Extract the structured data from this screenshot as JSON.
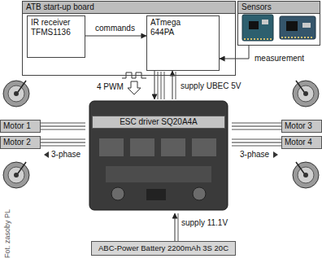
{
  "diagram": {
    "nodes": [
      {
        "text": [
          "ATB start-up board"
        ]
      },
      {
        "text": [
          "IR receiver TFMS1136"
        ],
        "in": 0
      },
      {
        "text": [
          "ATmega 644PA"
        ],
        "in": 0
      },
      {
        "text": [
          "Sensors"
        ]
      },
      {
        "text": [
          "Motor 1"
        ]
      },
      {
        "text": [
          "Motor 2"
        ]
      },
      {
        "text": [
          "Motor 3"
        ]
      },
      {
        "text": [
          "Motor 4"
        ]
      },
      {
        "text": [
          "ESC driver SQ20A4A"
        ]
      },
      {
        "text": [
          "ABC-Power Battery 2200mAh 3S 20C"
        ]
      }
    ],
    "edges": [
      {
        "from": 1,
        "to": 2,
        "label": "commands",
        "arrow": "to"
      },
      {
        "from": 3,
        "to": 2,
        "label": "measurement",
        "arrow": "to"
      },
      {
        "from": 2,
        "to": 8,
        "label": "4 PWM",
        "arrow": "to"
      },
      {
        "from": 8,
        "to": 2,
        "label": "supply UBEC 5V",
        "arrow": "to"
      },
      {
        "from": 8,
        "to": 4,
        "arrow": "none"
      },
      {
        "from": 8,
        "to": 5,
        "arrow": "none"
      },
      {
        "from": 8,
        "to": 6,
        "arrow": "none"
      },
      {
        "from": 8,
        "to": 7,
        "arrow": "none"
      },
      {
        "from": 9,
        "to": 8,
        "label": "supply 11.1V",
        "arrow": "to"
      }
    ],
    "labels": [
      "3-phase",
      "3-phase",
      "Fot. zasoby PL"
    ]
  }
}
